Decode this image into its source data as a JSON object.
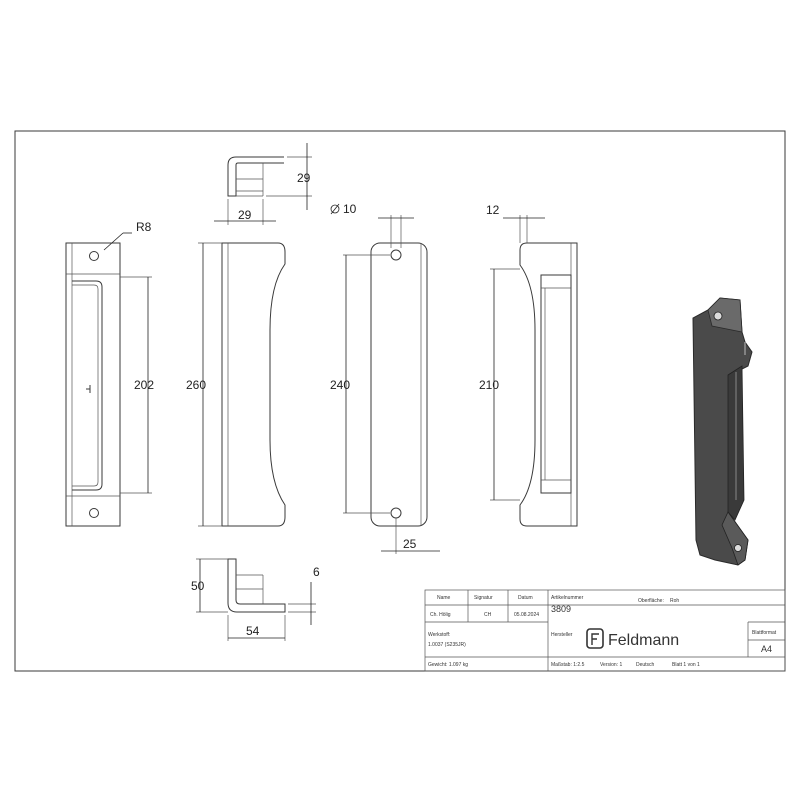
{
  "dimensions": {
    "r8": "R8",
    "d202": "202",
    "d260": "260",
    "d240": "240",
    "d210": "210",
    "d29_top": "29",
    "d29_side": "29",
    "d10": "10",
    "d12": "12",
    "d25": "25",
    "d50": "50",
    "d54": "54",
    "d6": "6"
  },
  "title_block": {
    "name_label": "Name",
    "signature_label": "Signatur",
    "date_label": "Datum",
    "article_label": "Artikelnummer",
    "surface_label": "Oberfläche:",
    "surface_value": "Roh",
    "name_value": "Ch. Hölig",
    "signature_value": "CH",
    "date_value": "05.08.2024",
    "article_value": "3809",
    "material_label": "Werkstoff:",
    "material_value": "1.0037 (S235JR)",
    "manufacturer_label": "Hersteller",
    "brand_name": "Feldmann",
    "sheet_format_label": "Blattformat",
    "sheet_format_value": "A4",
    "weight_label": "Gewicht: 1.097 kg",
    "scale_label": "Maßstab: 1:2.5",
    "version_label": "Version: 1",
    "language_label": "Deutsch",
    "sheet_label": "Blatt 1 von 1"
  }
}
